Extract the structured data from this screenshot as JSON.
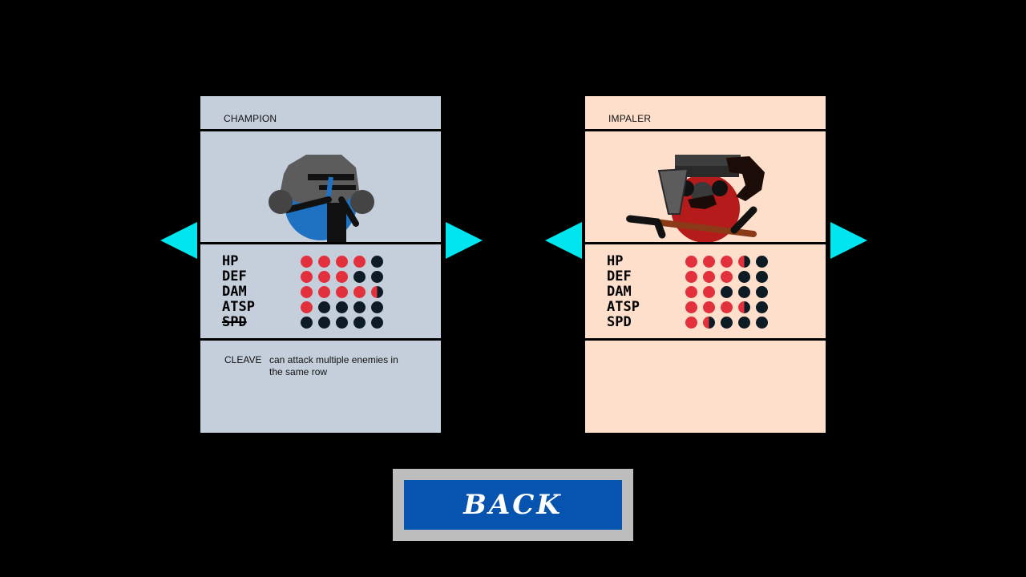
{
  "cards": [
    {
      "name": "CHAMPION",
      "stats": [
        {
          "label": "HP",
          "level": 4,
          "max": 5,
          "struck": false
        },
        {
          "label": "DEF",
          "level": 3,
          "max": 5,
          "struck": false
        },
        {
          "label": "DAM",
          "level": 4.5,
          "max": 5,
          "struck": false
        },
        {
          "label": "ATSP",
          "level": 1,
          "max": 5,
          "struck": false
        },
        {
          "label": "SPD",
          "level": 0,
          "max": 5,
          "struck": true
        }
      ],
      "ability": {
        "name": "CLEAVE",
        "description": "can attack multiple enemies in the same row"
      }
    },
    {
      "name": "IMPALER",
      "stats": [
        {
          "label": "HP",
          "level": 3.5,
          "max": 5,
          "struck": false
        },
        {
          "label": "DEF",
          "level": 3,
          "max": 5,
          "struck": false
        },
        {
          "label": "DAM",
          "level": 2,
          "max": 5,
          "struck": false
        },
        {
          "label": "ATSP",
          "level": 3.5,
          "max": 5,
          "struck": false
        },
        {
          "label": "SPD",
          "level": 1.5,
          "max": 5,
          "struck": false
        }
      ],
      "ability": {
        "name": "",
        "description": ""
      }
    }
  ],
  "back_button": {
    "label": "BACK"
  },
  "colors": {
    "background": "#000000",
    "card_champion": "#c5cfdc",
    "card_impaler": "#fddfcc",
    "arrow": "#00e5ee",
    "dot_filled": "#e2303c",
    "dot_empty": "#0d1c24",
    "back_button": "#0654b0",
    "back_frame": "#bdbdbd"
  },
  "icons": {
    "prev": "triangle-left-icon",
    "next": "triangle-right-icon"
  }
}
